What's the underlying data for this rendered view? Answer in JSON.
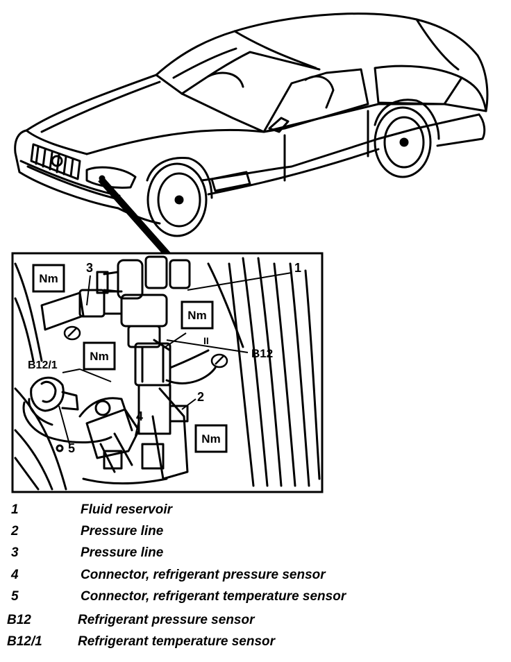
{
  "callouts": {
    "item1": "1",
    "item2": "2",
    "item3": "3",
    "item4": "4",
    "item5": "5",
    "b12": "B12",
    "b12_1": "B12/1",
    "tighten_a": "II"
  },
  "torque_label": "Nm",
  "legend": [
    {
      "id": "1",
      "text": "Fluid reservoir"
    },
    {
      "id": "2",
      "text": "Pressure line"
    },
    {
      "id": "3",
      "text": "Pressure line"
    },
    {
      "id": "4",
      "text": "Connector, refrigerant pressure sensor"
    },
    {
      "id": "5",
      "text": "Connector, refrigerant temperature sensor"
    },
    {
      "id": "B12",
      "text": "Refrigerant pressure sensor"
    },
    {
      "id": "B12/1",
      "text": "Refrigerant temperature sensor"
    }
  ]
}
